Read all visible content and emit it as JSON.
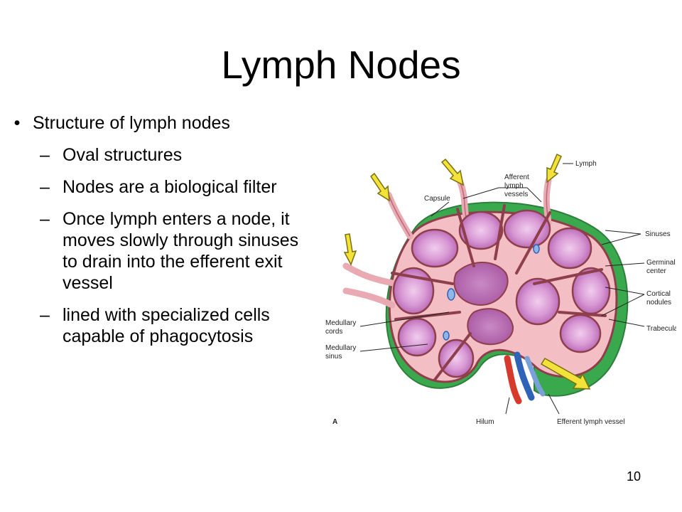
{
  "slide": {
    "title": "Lymph Nodes",
    "bullet": "Structure of lymph nodes",
    "subbullets": [
      "Oval structures",
      "Nodes are a biological filter",
      "Once lymph enters a node, it moves slowly through sinuses to drain into the efferent exit vessel",
      "lined with specialized cells capable of phagocytosis"
    ],
    "slide_number": "10"
  },
  "figure": {
    "labels": {
      "lymph": "Lymph",
      "afferent_1": "Afferent",
      "afferent_2": "lymph",
      "afferent_3": "vessels",
      "capsule": "Capsule",
      "sinuses": "Sinuses",
      "germinal_1": "Germinal",
      "germinal_2": "center",
      "cortical_1": "Cortical",
      "cortical_2": "nodules",
      "trabeculae": "Trabeculae",
      "medullary_cords_1": "Medullary",
      "medullary_cords_2": "cords",
      "medullary_sinus_1": "Medullary",
      "medullary_sinus_2": "sinus",
      "hilum": "Hilum",
      "efferent": "Efferent lymph vessel",
      "panel": "A"
    },
    "colors": {
      "capsule_green": "#3aa94e",
      "cortex_pink": "#f3bfc4",
      "nodule_purple": "#c477c0",
      "germinal_lavender": "#e8b2e4",
      "trabecula_brown": "#8e3f4b",
      "lymph_arrow_yellow": "#f2e23a",
      "artery_red": "#d63a2d",
      "vein_blue": "#2e63b8"
    }
  }
}
